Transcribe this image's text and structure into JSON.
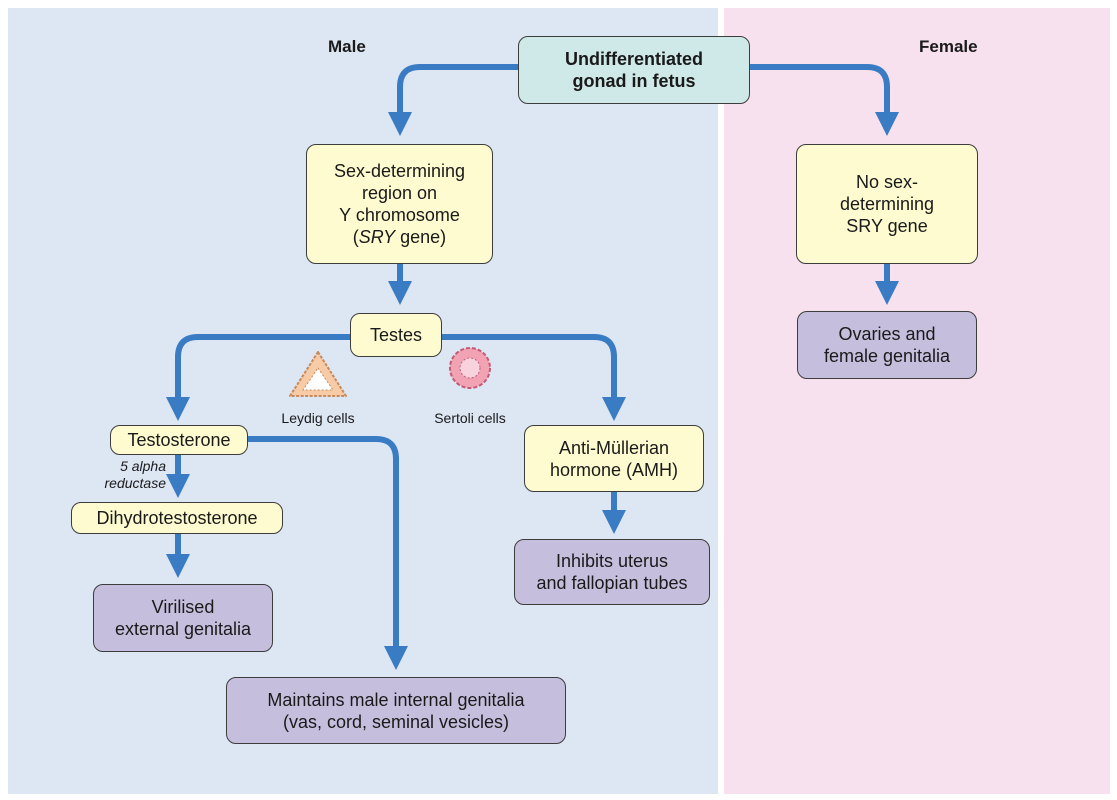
{
  "headings": {
    "male": "Male",
    "female": "Female"
  },
  "nodes": {
    "undifferentiated": [
      "Undifferentiated",
      "gonad in fetus"
    ],
    "sry": [
      "Sex-determining",
      "region on",
      "Y chromosome"
    ],
    "sry_gene_italic": "SRY",
    "sry_gene_rest": " gene)",
    "sry_open_paren": "(",
    "no_sry": [
      "No sex-",
      "determining",
      "SRY gene"
    ],
    "ovaries": [
      "Ovaries and",
      "female genitalia"
    ],
    "testes": "Testes",
    "testosterone": "Testosterone",
    "dht": "Dihydrotestosterone",
    "virilised": [
      "Virilised",
      "external genitalia"
    ],
    "amh": [
      "Anti-Müllerian",
      "hormone (AMH)"
    ],
    "inhibits": [
      "Inhibits uterus",
      "and fallopian tubes"
    ],
    "maintains": [
      "Maintains male internal genitalia",
      "(vas, cord, seminal vesicles)"
    ]
  },
  "labels": {
    "leydig": "Leydig cells",
    "sertoli": "Sertoli cells",
    "enzyme": [
      "5 alpha",
      "reductase"
    ]
  },
  "colors": {
    "arrow": "#3a7cc4",
    "male_bg": "#dde6f3",
    "female_bg": "#f7e1ee",
    "yellow_box": "#fdfbcf",
    "teal_box": "#cfe9e8",
    "purple_box": "#c5bedd",
    "leydig_cell": "#f6cba6",
    "sertoli_cell": "#f1a3b4"
  }
}
